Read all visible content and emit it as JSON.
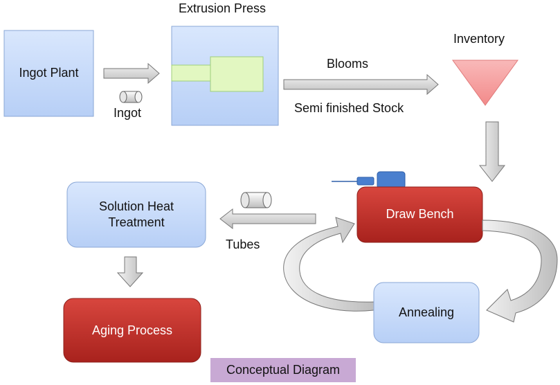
{
  "nodes": {
    "ingot_plant": "Ingot Plant",
    "extrusion_press": "Extrusion Press",
    "inventory": "Inventory",
    "draw_bench": "Draw Bench",
    "solution_heat_treatment": "Solution Heat Treatment",
    "aging_process": "Aging Process",
    "annealing": "Annealing"
  },
  "flows": {
    "ingot": "Ingot",
    "blooms": "Blooms",
    "semi_finished_stock": "Semi finished Stock",
    "tubes": "Tubes"
  },
  "caption": "Conceptual Diagram",
  "colors": {
    "blue_box_fill": "#c6dafb",
    "red_box_fill": "#c0302a",
    "green_die": "#e2f7c1",
    "inventory_triangle": "#f7a3a3",
    "arrow_fill": "#d6d6d6",
    "caption_bg": "#c8a9d4"
  },
  "icons": [
    "ingot-cylinder-icon",
    "tube-cylinder-icon",
    "draw-bench-motor-icon"
  ]
}
